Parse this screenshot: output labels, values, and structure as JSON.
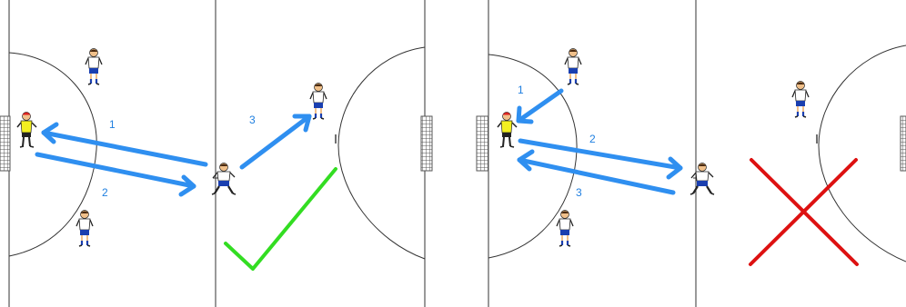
{
  "colors": {
    "background": "#ffffff",
    "court_line": "#333333",
    "arrow": "#2f8ff0",
    "label": "#1f7fe0",
    "check": "#33dd22",
    "cross": "#dd1111",
    "keeper_shirt": "#f2ef20",
    "keeper_cap": "#dd2020",
    "player_shirt": "#ffffff",
    "player_shorts": "#1a3fb0",
    "skin": "#f0c08a",
    "goal": "#555555"
  },
  "panels": [
    {
      "name": "correct-play",
      "verdict": "check",
      "pass_labels": [
        "1",
        "3",
        "2"
      ]
    },
    {
      "name": "incorrect-play",
      "verdict": "cross",
      "pass_labels": [
        "1",
        "2",
        "3"
      ]
    }
  ]
}
